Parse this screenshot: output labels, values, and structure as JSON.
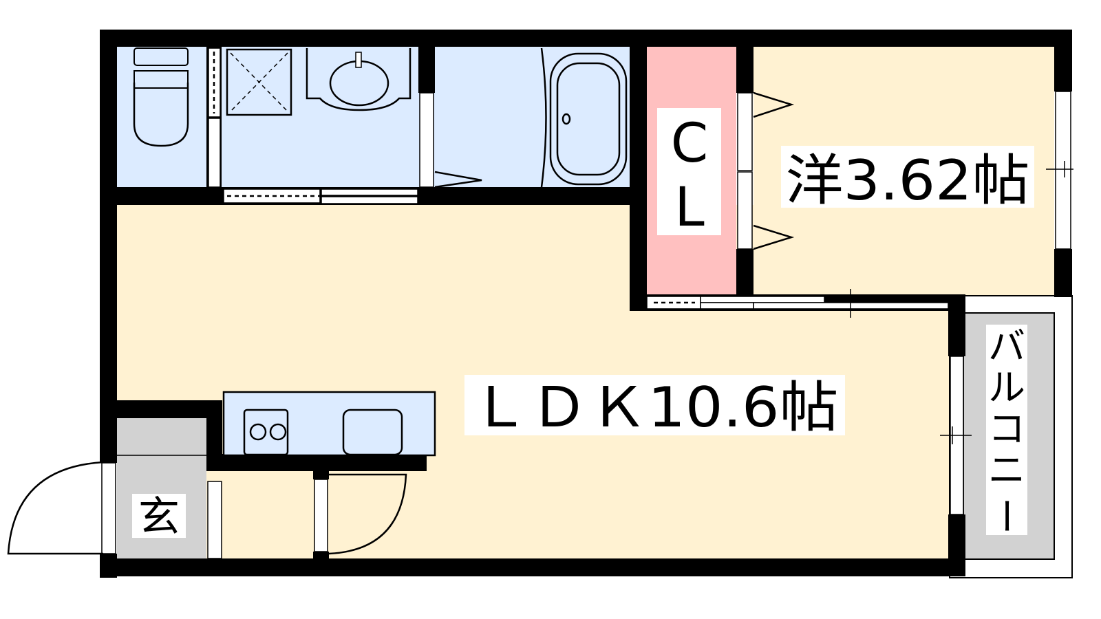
{
  "rooms": {
    "bedroom": "洋3.62帖",
    "ldk": "ＬＤＫ10.6帖",
    "closet_c": "C",
    "closet_l": "L",
    "entrance": "玄",
    "balcony": [
      "バ",
      "ル",
      "コ",
      "ニ",
      "ー"
    ]
  },
  "colors": {
    "wall": "#000000",
    "living": "#FFF2D2",
    "wet": "#DCEBFF",
    "closet": "#FFC0C0",
    "entrance": "#D2D2D2"
  }
}
